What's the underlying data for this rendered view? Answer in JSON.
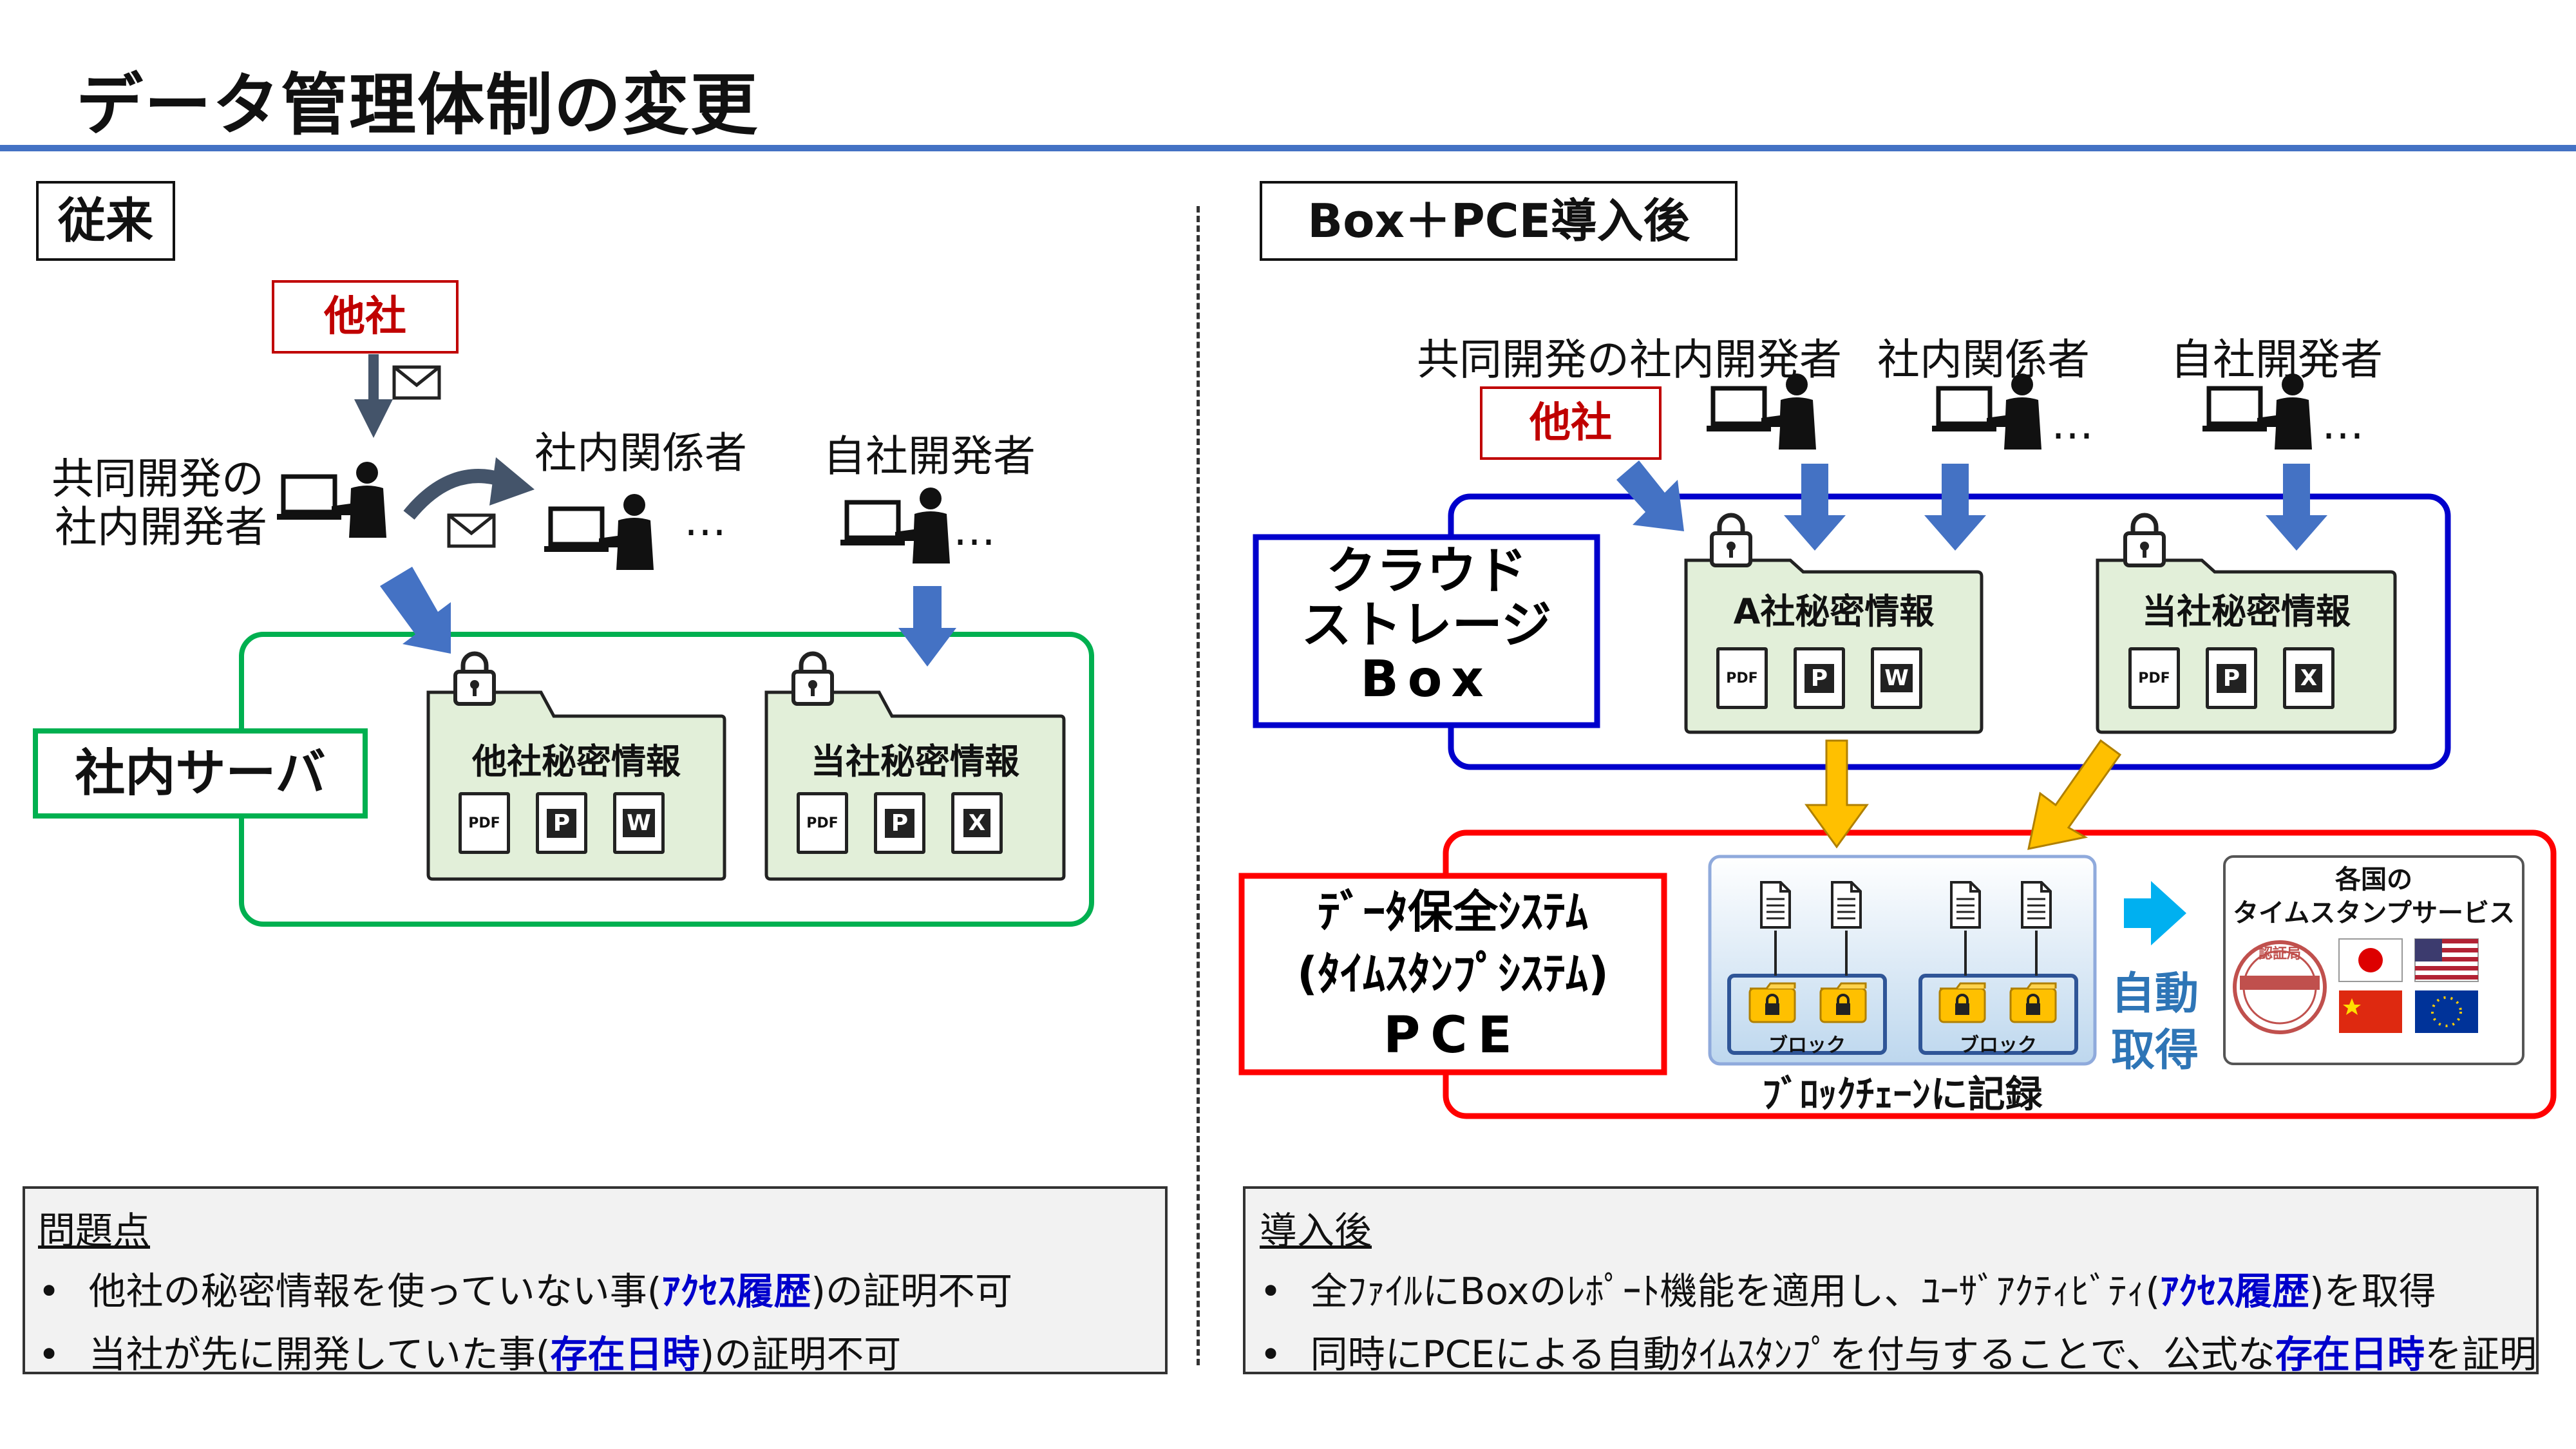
{
  "title": "データ管理体制の変更",
  "left": {
    "heading": "従来",
    "other_company": "他社",
    "joint_dev": [
      "共同開発の",
      "社内開発者"
    ],
    "stakeholders": "社内関係者",
    "own_dev": "自社開発者",
    "ellipsis": "…",
    "server_label": "社内サーバ",
    "folder1": {
      "title": "他社秘密情報",
      "files": [
        "PDF",
        "P",
        "W"
      ]
    },
    "folder2": {
      "title": "当社秘密情報",
      "files": [
        "PDF",
        "P",
        "X"
      ]
    },
    "problem": {
      "heading": "問題点",
      "line1_pre": "他社の秘密情報を使っていない事(",
      "line1_em": "ｱｸｾｽ履歴",
      "line1_post": ")の証明不可",
      "line2_pre": "当社が先に開発していた事(",
      "line2_em": "存在日時",
      "line2_post": ")の証明不可"
    }
  },
  "right": {
    "heading": "Box＋PCE導入後",
    "joint_dev": "共同開発の社内開発者",
    "stakeholders": "社内関係者",
    "own_dev": "自社開発者",
    "other_company": "他社",
    "ellipsis": "…",
    "cloud_label": [
      "クラウド",
      "ストレージ",
      "Box"
    ],
    "folder1": {
      "title": "A社秘密情報",
      "files": [
        "PDF",
        "P",
        "W"
      ]
    },
    "folder2": {
      "title": "当社秘密情報",
      "files": [
        "PDF",
        "P",
        "X"
      ]
    },
    "pce_label": [
      "ﾃﾞｰﾀ保全ｼｽﾃﾑ",
      "(ﾀｲﾑｽﾀﾝﾌﾟｼｽﾃﾑ)",
      "PCE"
    ],
    "block_label": "ブロック",
    "chain_label": "ﾌﾞﾛｯｸﾁｪｰﾝに記録",
    "auto_get": [
      "自動",
      "取得"
    ],
    "tsa_title": [
      "各国の",
      "タイムスタンプサービス"
    ],
    "seal_text": "認証局",
    "after": {
      "heading": "導入後",
      "line1_pre": "全ﾌｧｲﾙにBoxのﾚﾎﾟｰﾄ機能を適用し、ﾕｰｻﾞｱｸﾃｨﾋﾞﾃｨ(",
      "line1_em": "ｱｸｾｽ履歴",
      "line1_post": ")を取得",
      "line2_pre": "同時にPCEによる自動ﾀｲﾑｽﾀﾝﾌﾟを付与することで、公式な",
      "line2_em": "存在日時",
      "line2_post": "を証明"
    }
  },
  "colors": {
    "accent_blue": "#4472c4",
    "server_green": "#00b050",
    "box_blue": "#0000cc",
    "pce_red": "#ff0000",
    "folder_fill": "#e2efd9",
    "arrow_yellow": "#ffc000",
    "highlight_blue": "#0000cc"
  },
  "bullet": "•"
}
